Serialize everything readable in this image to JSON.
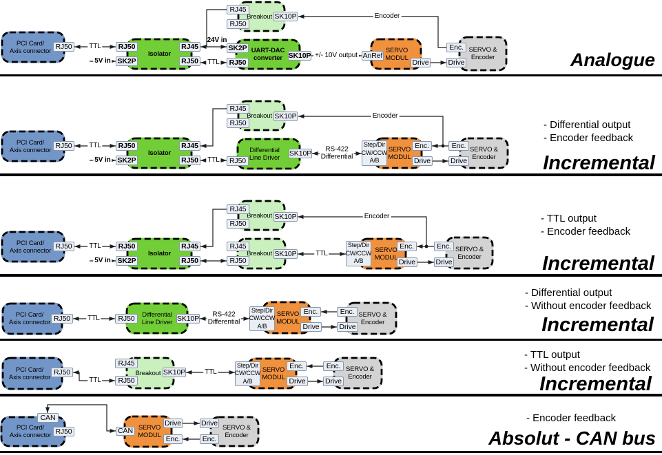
{
  "palette": {
    "box_blue": "#7396C8",
    "box_green": "#72CE36",
    "box_green_light": "#C9F0BE",
    "box_orange": "#F0913E",
    "box_gray": "#D3D3D3",
    "tag_fill": "#E9EDF4",
    "tag_border": "#8997AB",
    "wire": "#1C1C1C",
    "separator": "#000000"
  },
  "rows": [
    {
      "title": "Analogue",
      "bullets": [],
      "boxes": [
        {
          "label": "PCI Card/\nAxis connector"
        },
        {
          "label": "Isolator"
        },
        {
          "label": "Breakout"
        },
        {
          "label": "UART-DAC\nconverter"
        },
        {
          "label": "SERVO\nMODUL"
        },
        {
          "label": "SERVO &\nEncoder"
        }
      ],
      "tags": [
        "RJ50",
        "RJ50",
        "SK2P",
        "RJ45",
        "RJ50",
        "RJ45",
        "RJ50",
        "SK10P",
        "SK2P",
        "RJ50",
        "SK10P",
        "AnRef",
        "Drive",
        "Enc.",
        "Drive"
      ],
      "wire_labels": [
        "TTL",
        "5V in",
        "24V in",
        "TTL",
        "+/- 10V output",
        "Encoder"
      ]
    },
    {
      "title": "Incremental",
      "bullets": [
        "- Differential output",
        "- Encoder feedback"
      ],
      "boxes": [
        {
          "label": "PCI Card/\nAxis connector"
        },
        {
          "label": "Isolator"
        },
        {
          "label": "Breakout"
        },
        {
          "label": "Differential\nLine Driver"
        },
        {
          "label": "SERVO\nMODUL"
        },
        {
          "label": "SERVO &\nEncoder"
        }
      ],
      "tags": [
        "RJ50",
        "RJ50",
        "SK2P",
        "RJ45",
        "RJ50",
        "RJ45",
        "RJ50",
        "SK10P",
        "RJ50",
        "SK10P",
        "Step/Dir\nCW/CCW\nA/B",
        "Enc.",
        "Drive",
        "Enc.",
        "Drive"
      ],
      "wire_labels": [
        "TTL",
        "5V in",
        "TTL",
        "RS-422\nDifferential",
        "Encoder"
      ]
    },
    {
      "title": "Incremental",
      "bullets": [
        "- TTL output",
        "- Encoder feedback"
      ],
      "boxes": [
        {
          "label": "PCI Card/\nAxis connector"
        },
        {
          "label": "Isolator"
        },
        {
          "label": "Breakout"
        },
        {
          "label": "Breakout"
        },
        {
          "label": "SERVO\nMODUL"
        },
        {
          "label": "SERVO &\nEncoder"
        }
      ],
      "tags": [
        "RJ50",
        "RJ50",
        "SK2P",
        "RJ45",
        "RJ50",
        "RJ45",
        "RJ50",
        "SK10P",
        "RJ45",
        "RJ50",
        "SK10P",
        "Step/Dir\nCW/CCW\nA/B",
        "Enc.",
        "Drive",
        "Enc.",
        "Drive"
      ],
      "wire_labels": [
        "TTL",
        "5V in",
        "TTL",
        "Encoder"
      ]
    },
    {
      "title": "Incremental",
      "bullets": [
        "- Differential output",
        "- Without encoder feedback"
      ],
      "boxes": [
        {
          "label": "PCI Card/\nAxis connector"
        },
        {
          "label": "Differential\nLine Driver"
        },
        {
          "label": "SERVO\nMODUL"
        },
        {
          "label": "SERVO &\nEncoder"
        }
      ],
      "tags": [
        "RJ50",
        "RJ50",
        "SK10P",
        "Step/Dir\nCW/CCW\nA/B",
        "Enc.",
        "Drive",
        "Enc.",
        "Drive"
      ],
      "wire_labels": [
        "TTL",
        "RS-422\nDifferential"
      ]
    },
    {
      "title": "Incremental",
      "bullets": [
        "- TTL output",
        "- Without encoder feedback"
      ],
      "boxes": [
        {
          "label": "PCI Card/\nAxis connector"
        },
        {
          "label": "Breakout"
        },
        {
          "label": "SERVO\nMODUL"
        },
        {
          "label": "SERVO &\nEncoder"
        }
      ],
      "tags": [
        "RJ50",
        "RJ45",
        "RJ50",
        "SK10P",
        "Step/Dir\nCW/CCW\nA/B",
        "Enc.",
        "Drive",
        "Enc.",
        "Drive"
      ],
      "wire_labels": [
        "TTL",
        "TTL"
      ]
    },
    {
      "title": "Absolut - CAN bus",
      "bullets": [
        "- Encoder feedback"
      ],
      "boxes": [
        {
          "label": "PCI Card/\nAxis connector"
        },
        {
          "label": "SERVO\nMODUL"
        },
        {
          "label": "SERVO &\nEncoder"
        }
      ],
      "tags": [
        "CAN",
        "RJ50",
        "CAN",
        "Drive",
        "Enc.",
        "Drive",
        "Enc."
      ],
      "wire_labels": []
    }
  ]
}
